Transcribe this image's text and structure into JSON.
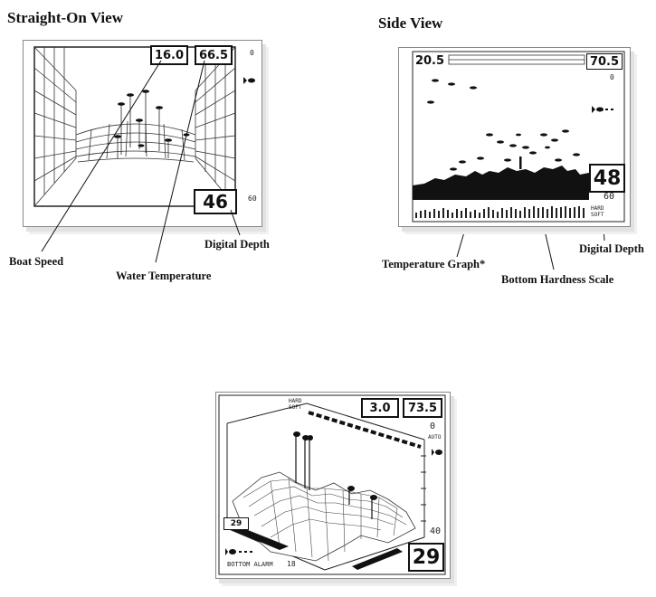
{
  "straight_on": {
    "title": "Straight-On View",
    "speed": "16.0",
    "temp": "66.5",
    "top_scale": "0",
    "bottom_scale": "60",
    "depth": "46",
    "callouts": {
      "boat_speed": "Boat Speed",
      "water_temp": "Water Temperature",
      "digital_depth": "Digital Depth"
    }
  },
  "side_view": {
    "title": "Side View",
    "temp_left": "20.5",
    "temp_right": "70.5",
    "top_scale": "0",
    "bottom_scale": "60",
    "depth": "48",
    "hard": "HARD",
    "soft": "SOFT",
    "callouts": {
      "temperature_graph": "Temperature Graph*",
      "bottom_hardness": "Bottom Hardness Scale",
      "digital_depth": "Digital Depth"
    }
  },
  "perspective": {
    "speed": "3.0",
    "temp": "73.5",
    "hard": "HARD",
    "soft": "SOFT",
    "top_scale": "0",
    "auto": "AUTO",
    "bottom_scale": "40",
    "depth": "29",
    "alarm_box": "29",
    "alarm_label": "BOTTOM ALARM",
    "alarm_value": "18"
  }
}
